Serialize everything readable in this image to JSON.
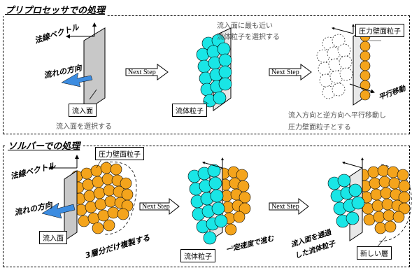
{
  "sections": {
    "preprocessor": {
      "title": "プリプロセッサでの処理"
    },
    "solver": {
      "title": "ソルバーでの処理"
    }
  },
  "labels": {
    "normal_vector": "法線ベクトル",
    "flow_direction": "流れの方向",
    "inflow_face": "流入面",
    "select_inflow_face": "流入面を選択する",
    "next_step": "Next Step",
    "select_nearest_particles_line1": "流入面に最も近い",
    "select_nearest_particles_line2": "流体粒子を選択する",
    "fluid_particle": "流体粒子",
    "pressure_wall_particle": "圧力壁面粒子",
    "parallel_move": "平行移動",
    "move_opposite_line1": "流入方向と逆方向へ平行移動し",
    "move_opposite_line2": "圧力壁面粒子とする",
    "copy_three_layers": "3層分だけ複製する",
    "constant_speed": "一定速度で進む",
    "passed_line1": "流入面を通過",
    "passed_line2": "した流体粒子",
    "new_layer": "新しい層"
  },
  "colors": {
    "cyan": "#19E6E6",
    "orange": "#F4A41C",
    "arrow_blue": "#3C8CE0",
    "panel_gray": "#c8c8c8"
  }
}
